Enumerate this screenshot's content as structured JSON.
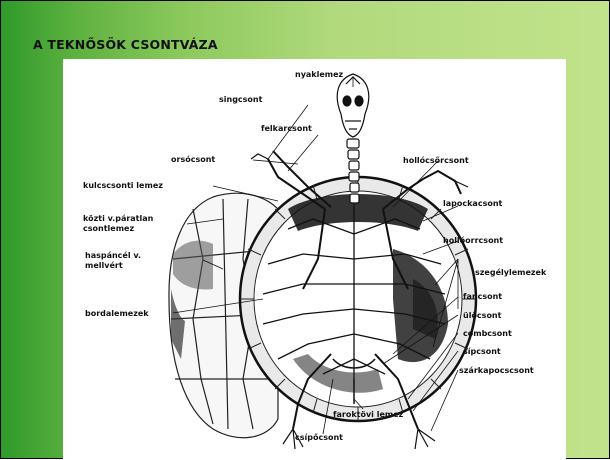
{
  "slide": {
    "title": "A TEKNŐSÖK CSONTVÁZA"
  },
  "labels": {
    "nyaklemez": "nyaklemez",
    "singcsont": "singcsont",
    "felkarcsont": "felkarcsont",
    "orsocsont": "orsócsont",
    "hollocsorcsont": "hollócsőrcsont",
    "kulcscsonti": "kulcscsonti lemez",
    "kozti_1": "közti v.páratlan",
    "kozti_2": "csontlemez",
    "lapockacsont": "lapockacsont",
    "holloorrcsont": "hollóorrcsont",
    "haspancel_1": "haspáncél v.",
    "haspancel_2": "mellvért",
    "szegelylemezek": "szegélylemezek",
    "fancsont": "fancsont",
    "bordalemezek": "bordalemezek",
    "ulocsont": "ülőcsont",
    "combcsont": "combcsont",
    "sipcsont": "sípcsont",
    "szarkapocscsont": "szárkapocscsont",
    "faroktovi": "faroktövi lemez",
    "csipocsont": "csípőcsont"
  },
  "colors": {
    "slide_green_dark": "#2f9a2a",
    "slide_green_light": "#c1e38b",
    "figure_bg": "#ffffff",
    "ink": "#111111"
  }
}
